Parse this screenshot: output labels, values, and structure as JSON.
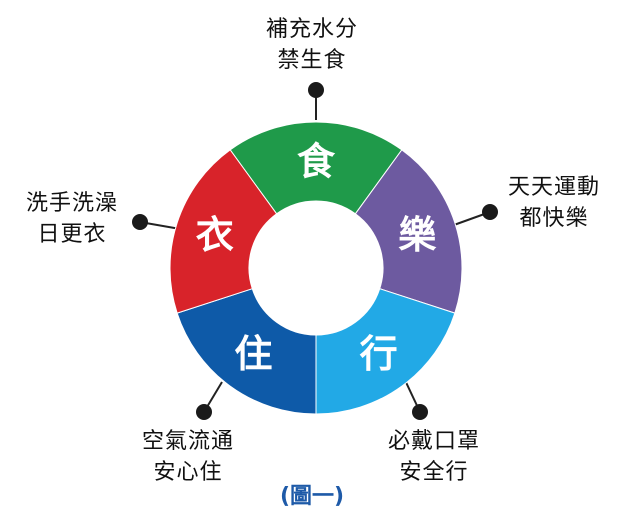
{
  "segments": [
    {
      "id": "food",
      "label": "食",
      "color": "#1f9a4a"
    },
    {
      "id": "music",
      "label": "樂",
      "color": "#6d5aa0"
    },
    {
      "id": "travel",
      "label": "行",
      "color": "#22a9e6"
    },
    {
      "id": "live",
      "label": "住",
      "color": "#0e5aa8"
    },
    {
      "id": "cloth",
      "label": "衣",
      "color": "#d8232a"
    }
  ],
  "callouts": {
    "food": [
      "補充水分",
      "禁生食"
    ],
    "music": [
      "天天運動",
      "都快樂"
    ],
    "travel": [
      "必戴口罩",
      "安全行"
    ],
    "live": [
      "空氣流通",
      "安心住"
    ],
    "cloth": [
      "洗手洗澡",
      "日更衣"
    ]
  },
  "caption": "(圖一)"
}
